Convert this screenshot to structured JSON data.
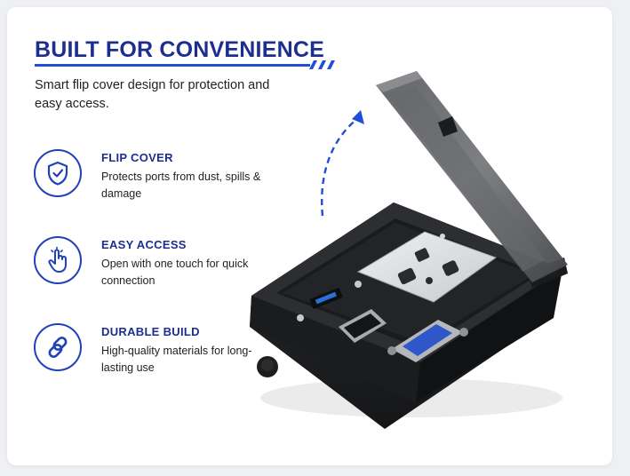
{
  "header": {
    "title": "BUILT FOR CONVENIENCE",
    "subtitle": "Smart flip cover design for protection and easy access."
  },
  "features": [
    {
      "icon": "shield-check-icon",
      "title": "FLIP COVER",
      "desc": "Protects ports from dust, spills & damage"
    },
    {
      "icon": "touch-hand-icon",
      "title": "EASY ACCESS",
      "desc": "Open with one touch for quick connection"
    },
    {
      "icon": "chain-link-icon",
      "title": "DURABLE BUILD",
      "desc": "High-quality materials for long-lasting use"
    }
  ],
  "colors": {
    "accent": "#1f4fd8",
    "heading": "#1c2f8f",
    "text": "#222222"
  }
}
